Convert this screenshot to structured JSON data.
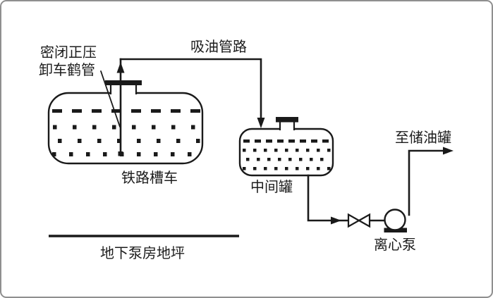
{
  "diagram": {
    "title_hint": "railway tank car unloading process schematic",
    "labels": {
      "crane_pipe_line1": "密闭正压",
      "crane_pipe_line2": "卸车鹤管",
      "suction_pipeline": "吸油管路",
      "railway_tank_car": "铁路槽车",
      "intermediate_tank": "中间罐",
      "to_storage_tank": "至储油罐",
      "centrifugal_pump": "离心泵",
      "underground_pump_room_floor": "地下泵房地坪"
    },
    "colors": {
      "line": "#1a1a1a",
      "background": "#ffffff",
      "frame_border": "#8f8f8f"
    }
  }
}
